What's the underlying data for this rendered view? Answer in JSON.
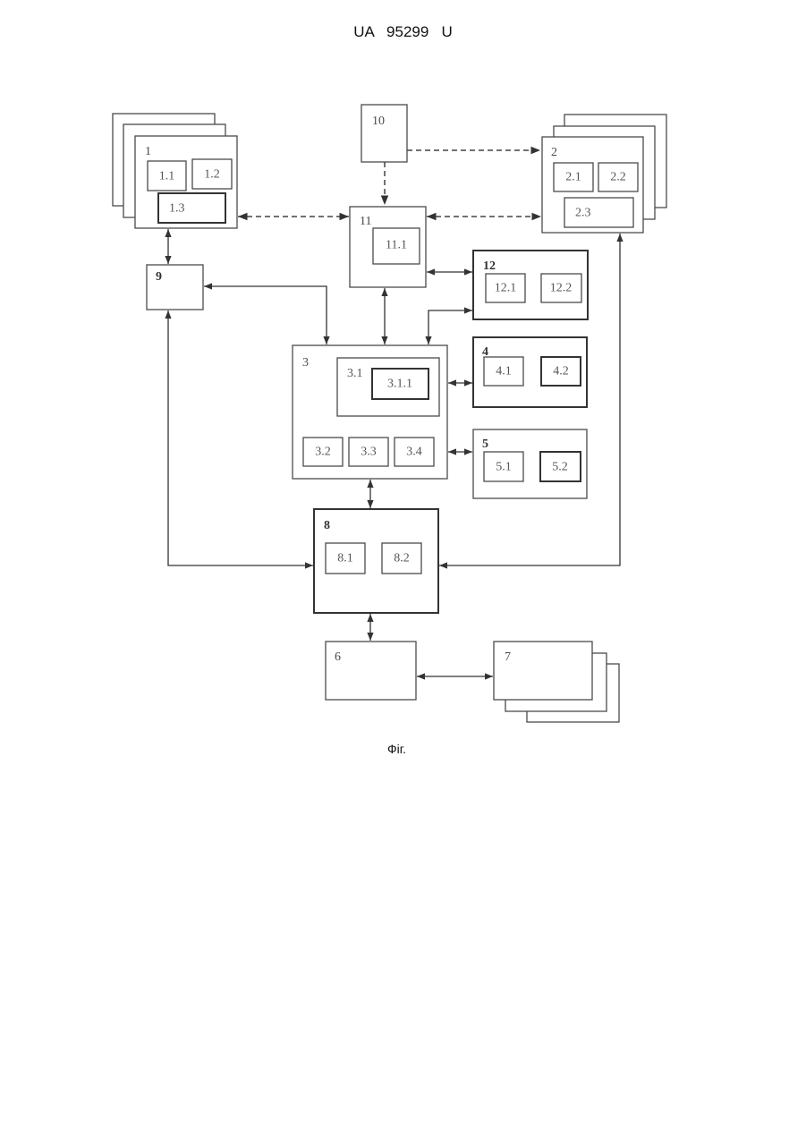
{
  "header": "UA   95299   U",
  "caption": "Фіг.",
  "diagram": {
    "b1": "1",
    "b1_1": "1.1",
    "b1_2": "1.2",
    "b1_3": "1.3",
    "b2": "2",
    "b2_1": "2.1",
    "b2_2": "2.2",
    "b2_3": "2.3",
    "b3": "3",
    "b3_1": "3.1",
    "b3_1_1": "3.1.1",
    "b3_2": "3.2",
    "b3_3": "3.3",
    "b3_4": "3.4",
    "b4": "4",
    "b4_1": "4.1",
    "b4_2": "4.2",
    "b5": "5",
    "b5_1": "5.1",
    "b5_2": "5.2",
    "b6": "6",
    "b7": "7",
    "b8": "8",
    "b8_1": "8.1",
    "b8_2": "8.2",
    "b9": "9",
    "b10": "10",
    "b11": "11",
    "b11_1": "11.1",
    "b12": "12",
    "b12_1": "12.1",
    "b12_2": "12.2"
  }
}
